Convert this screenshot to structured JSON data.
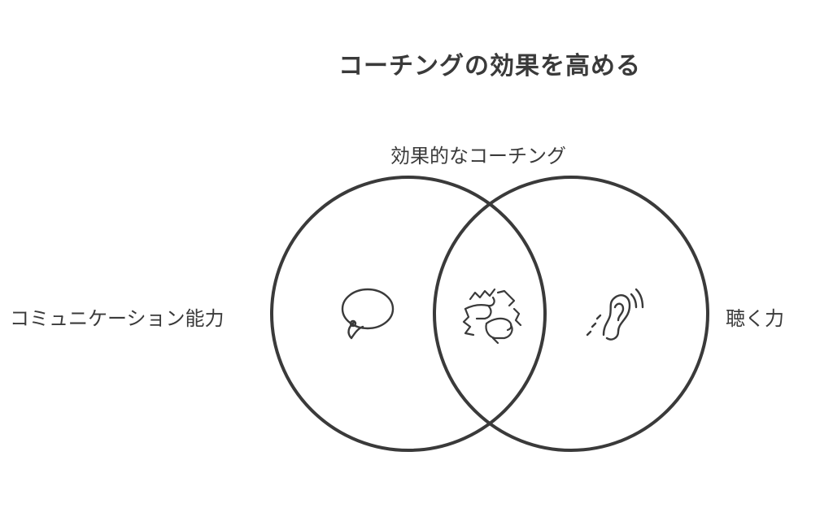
{
  "title": "コーチングの効果を高める",
  "intersection_label": "効果的なコーチング",
  "left_circle": {
    "label": "コミュニケーション能力",
    "icon": "speech-bubble-icon"
  },
  "right_circle": {
    "label": "聴く力",
    "icon": "ear-icon"
  },
  "intersection": {
    "icon": "fist-bump-icon"
  },
  "colors": {
    "stroke": "#3a3a3a",
    "background": "#ffffff",
    "text": "#3a3a3a"
  }
}
